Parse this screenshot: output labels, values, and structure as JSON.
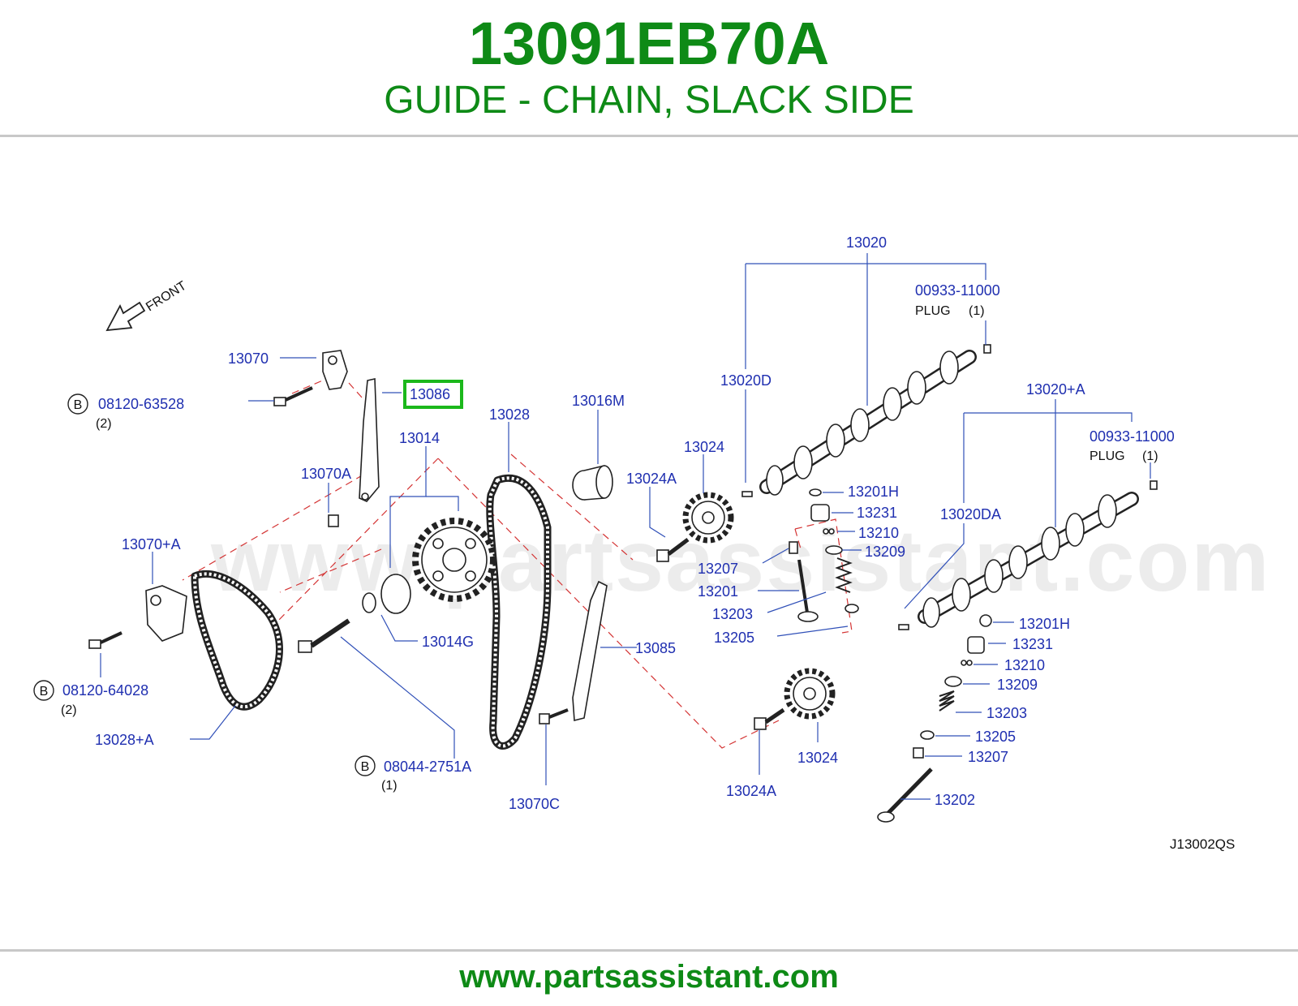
{
  "header": {
    "part_number": "13091EB70A",
    "part_name": "GUIDE - CHAIN, SLACK SIDE"
  },
  "footer": {
    "url": "www.partsassistant.com"
  },
  "watermark": "www.partsassistant.com",
  "diagram": {
    "front_label": "FRONT",
    "reference_code": "J13002QS",
    "highlight_color": "#1bb81b",
    "callouts": {
      "c13070": "13070",
      "c13086": "13086",
      "c08120_63528": "08120-63528",
      "q1": "(2)",
      "c13028": "13028",
      "c13014": "13014",
      "c13016M": "13016M",
      "c13070A": "13070A",
      "c13024A_top": "13024A",
      "c13024_top": "13024",
      "c13020": "13020",
      "c00933_top": "00933-11000",
      "plug_top": "PLUG",
      "q_plug_top": "(1)",
      "c13020D": "13020D",
      "c13020A": "13020+A",
      "c00933_bot": "00933-11000",
      "plug_bot": "PLUG",
      "q_plug_bot": "(1)",
      "c13020DA": "13020DA",
      "c13070plusA": "13070+A",
      "c13014G": "13014G",
      "c13085": "13085",
      "c08120_64028": "08120-64028",
      "q2": "(2)",
      "c13028plusA": "13028+A",
      "c08044": "08044-2751A",
      "q3": "(1)",
      "c13070C": "13070C",
      "c13024A_bot": "13024A",
      "c13024_bot": "13024",
      "c13201H_a": "13201H",
      "c13231_a": "13231",
      "c13210_a": "13210",
      "c13209_a": "13209",
      "c13207_a": "13207",
      "c13201": "13201",
      "c13203_a": "13203",
      "c13205_a": "13205",
      "c13201H_b": "13201H",
      "c13231_b": "13231",
      "c13210_b": "13210",
      "c13209_b": "13209",
      "c13203_b": "13203",
      "c13205_b": "13205",
      "c13207_b": "13207",
      "c13202": "13202",
      "b_marker": "B"
    }
  }
}
